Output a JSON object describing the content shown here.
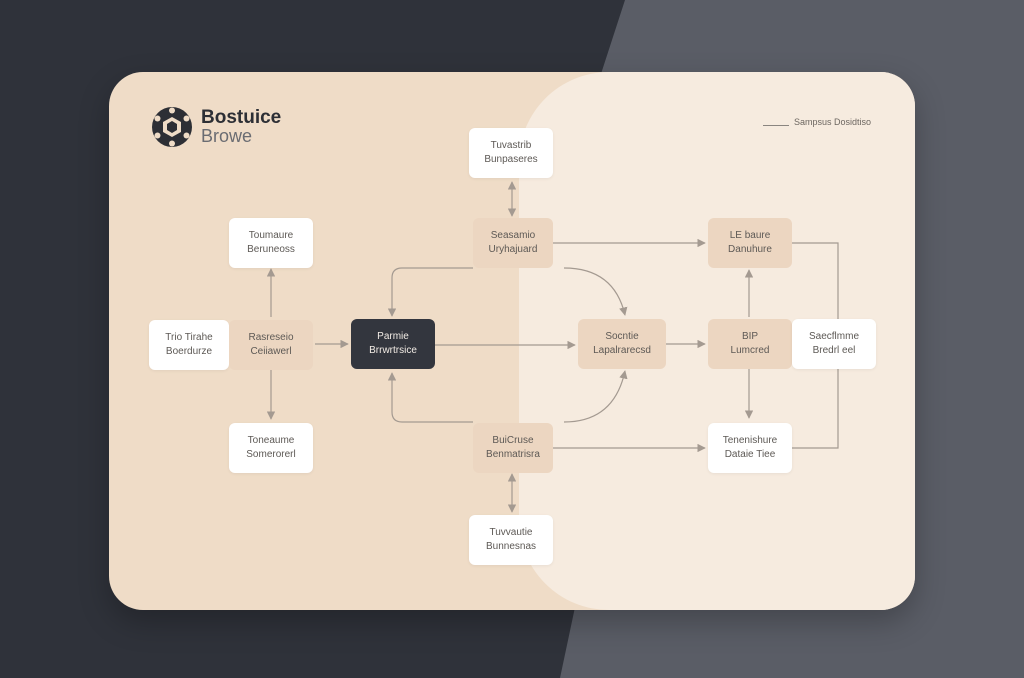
{
  "brand": {
    "name": "Bostuice",
    "sub": "Browe",
    "logo_icon": "hexagon-dots-icon"
  },
  "header": {
    "label": "Sampsus Dosidtiso"
  },
  "nodes": {
    "top_upper": {
      "line1": "Tuvastrib",
      "line2": "Bunpaseres"
    },
    "top_mid": {
      "line1": "Seasamio",
      "line2": "Uryhajuard"
    },
    "left_upper": {
      "line1": "Toumaure",
      "line2": "Beruneoss"
    },
    "left_input": {
      "line1": "Trio Tirahe",
      "line2": "Boerdurze"
    },
    "left_mid": {
      "line1": "Rasreseio",
      "line2": "Ceiiawerl"
    },
    "center_dark": {
      "line1": "Parmie",
      "line2": "Brrwrtrsice"
    },
    "left_lower": {
      "line1": "Toneaume",
      "line2": "Somerorerl"
    },
    "center_right": {
      "line1": "Socntie",
      "line2": "Lapalrarecsd"
    },
    "bottom_mid": {
      "line1": "BuiCruse",
      "line2": "Benmatrisra"
    },
    "bottom_lower": {
      "line1": "Tuvvautie",
      "line2": "Bunnesnas"
    },
    "right_upper": {
      "line1": "LE baure",
      "line2": "Danuhure"
    },
    "right_mid": {
      "line1": "BIP",
      "line2": "Lumcred"
    },
    "right_output": {
      "line1": "Saecflmme",
      "line2": "Bredrl eel"
    },
    "right_lower": {
      "line1": "Tenenishure",
      "line2": "Dataie Tiee"
    }
  },
  "colors": {
    "page_bg": "#2f323a",
    "card_bg": "#efdcc7",
    "card_overlay": "#f6ebdf",
    "node_tan": "#ecd6c1",
    "node_dark": "#33363e",
    "connector": "#a49a91"
  }
}
